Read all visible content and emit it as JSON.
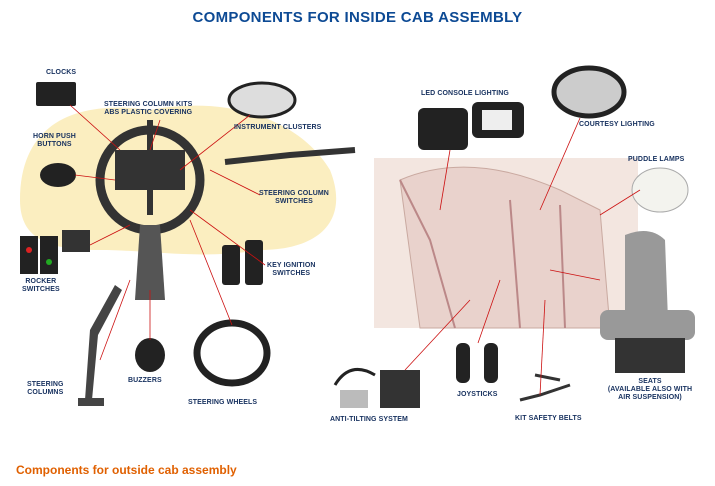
{
  "title": "COMPONENTS FOR INSIDE CAB ASSEMBLY",
  "labels": {
    "clocks": "CLOCKS",
    "steering_column_kits_1": "STEERING COLUMN KITS",
    "steering_column_kits_2": "ABS PLASTIC COVERING",
    "instrument_clusters": "INSTRUMENT CLUSTERS",
    "horn_1": "HORN PUSH",
    "horn_2": "BUTTONS",
    "column_switches_1": "STEERING COLUMN",
    "column_switches_2": "SWITCHES",
    "key_1": "KEY IGNITION",
    "key_2": "SWITCHES",
    "rocker_1": "ROCKER",
    "rocker_2": "SWITCHES",
    "buzzers": "BUZZERS",
    "columns_1": "STEERING",
    "columns_2": "COLUMNS",
    "wheels": "STEERING WHEELS",
    "led": "LED CONSOLE LIGHTING",
    "courtesy": "COURTESY LIGHTING",
    "puddle": "PUDDLE LAMPS",
    "seats_1": "SEATS",
    "seats_2": "(AVAILABLE ALSO WITH",
    "seats_3": "AIR SUSPENSION)",
    "anti_tilting": "ANTI-TILTING SYSTEM",
    "joysticks": "JOYSTICKS",
    "safety_belts": "KIT SAFETY BELTS"
  },
  "footer_link": "Components for outside cab assembly",
  "colors": {
    "title": "#0d4a94",
    "label": "#16305e",
    "footer": "#e06000",
    "leader": "#cc1111",
    "blob": "#fbeec0"
  }
}
